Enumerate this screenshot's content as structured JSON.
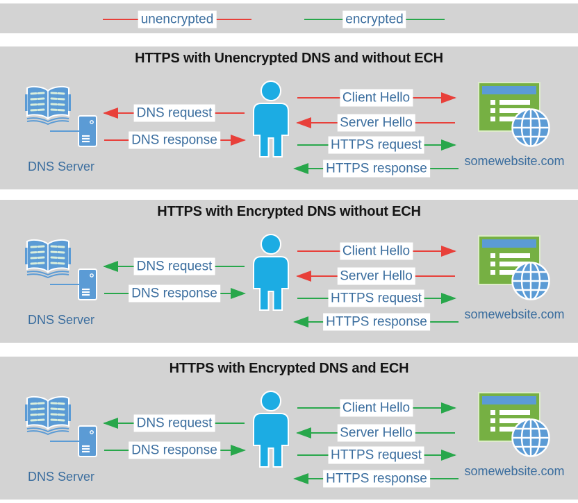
{
  "colors": {
    "unencrypted": "#E8403A",
    "encrypted": "#28A74B",
    "person": "#1CACE3",
    "icon_blue": "#5B9BD5",
    "website_green": "#76B043",
    "label_text": "#3A6D9E",
    "panel_bg": "#D3D3D3"
  },
  "legend": {
    "items": [
      {
        "label": "unencrypted",
        "encrypted": false
      },
      {
        "label": "encrypted",
        "encrypted": true
      }
    ]
  },
  "panels": [
    {
      "title": "HTTPS with Unencrypted DNS and without ECH",
      "dns_server_label": "DNS Server",
      "website_label": "somewebsite.com",
      "dns_arrows": [
        {
          "label": "DNS request",
          "direction": "left",
          "encrypted": false
        },
        {
          "label": "DNS response",
          "direction": "right",
          "encrypted": false
        }
      ],
      "https_arrows": [
        {
          "label": "Client Hello",
          "direction": "right",
          "encrypted": false
        },
        {
          "label": "Server Hello",
          "direction": "left",
          "encrypted": false
        },
        {
          "label": "HTTPS request",
          "direction": "right",
          "encrypted": true
        },
        {
          "label": "HTTPS response",
          "direction": "left",
          "encrypted": true
        }
      ]
    },
    {
      "title": "HTTPS with Encrypted DNS without ECH",
      "dns_server_label": "DNS Server",
      "website_label": "somewebsite.com",
      "dns_arrows": [
        {
          "label": "DNS request",
          "direction": "left",
          "encrypted": true
        },
        {
          "label": "DNS response",
          "direction": "right",
          "encrypted": true
        }
      ],
      "https_arrows": [
        {
          "label": "Client Hello",
          "direction": "right",
          "encrypted": false
        },
        {
          "label": "Server Hello",
          "direction": "left",
          "encrypted": false
        },
        {
          "label": "HTTPS request",
          "direction": "right",
          "encrypted": true
        },
        {
          "label": "HTTPS response",
          "direction": "left",
          "encrypted": true
        }
      ]
    },
    {
      "title": "HTTPS with Encrypted DNS and ECH",
      "dns_server_label": "DNS Server",
      "website_label": "somewebsite.com",
      "dns_arrows": [
        {
          "label": "DNS request",
          "direction": "left",
          "encrypted": true
        },
        {
          "label": "DNS response",
          "direction": "right",
          "encrypted": true
        }
      ],
      "https_arrows": [
        {
          "label": "Client Hello",
          "direction": "right",
          "encrypted": true
        },
        {
          "label": "Server Hello",
          "direction": "left",
          "encrypted": true
        },
        {
          "label": "HTTPS request",
          "direction": "right",
          "encrypted": true
        },
        {
          "label": "HTTPS response",
          "direction": "left",
          "encrypted": true
        }
      ]
    }
  ]
}
